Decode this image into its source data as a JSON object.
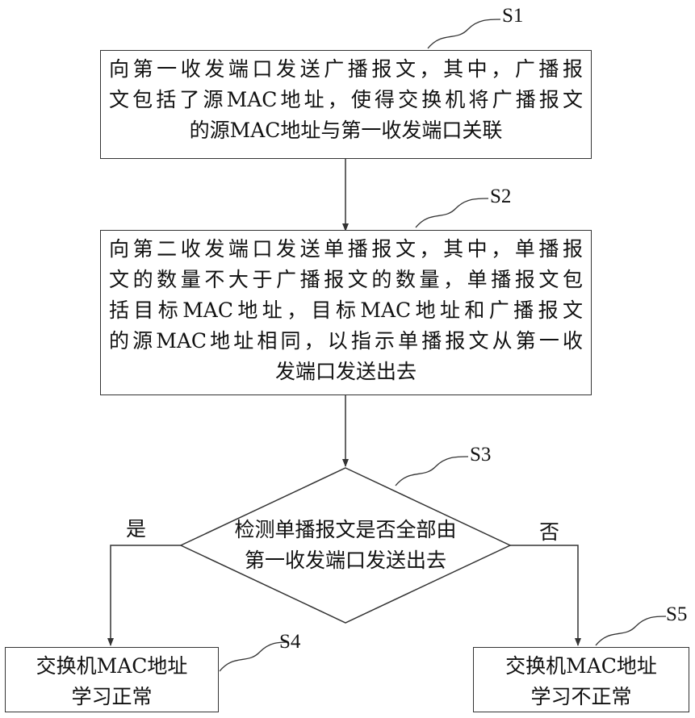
{
  "steps": {
    "s1": {
      "label": "S1",
      "lines": [
        "向第一收发端口发送广播报文，其中，广播报",
        "文包括了源MAC地址，使得交换机将广播报文",
        "的源MAC地址与第一收发端口关联"
      ]
    },
    "s2": {
      "label": "S2",
      "lines": [
        "向第二收发端口发送单播报文，其中，单播报",
        "文的数量不大于广播报文的数量，单播报文包",
        "括目标MAC地址，目标MAC地址和广播报文",
        "的源MAC地址相同，以指示单播报文从第一收",
        "发端口发送出去"
      ]
    },
    "s3": {
      "label": "S3",
      "lines": [
        "检测单播报文是否全部由",
        "第一收发端口发送出去"
      ],
      "yes_label": "是",
      "no_label": "否"
    },
    "s4": {
      "label": "S4",
      "lines": [
        "交换机MAC地址",
        "学习正常"
      ]
    },
    "s5": {
      "label": "S5",
      "lines": [
        "交换机MAC地址",
        "学习不正常"
      ]
    }
  }
}
